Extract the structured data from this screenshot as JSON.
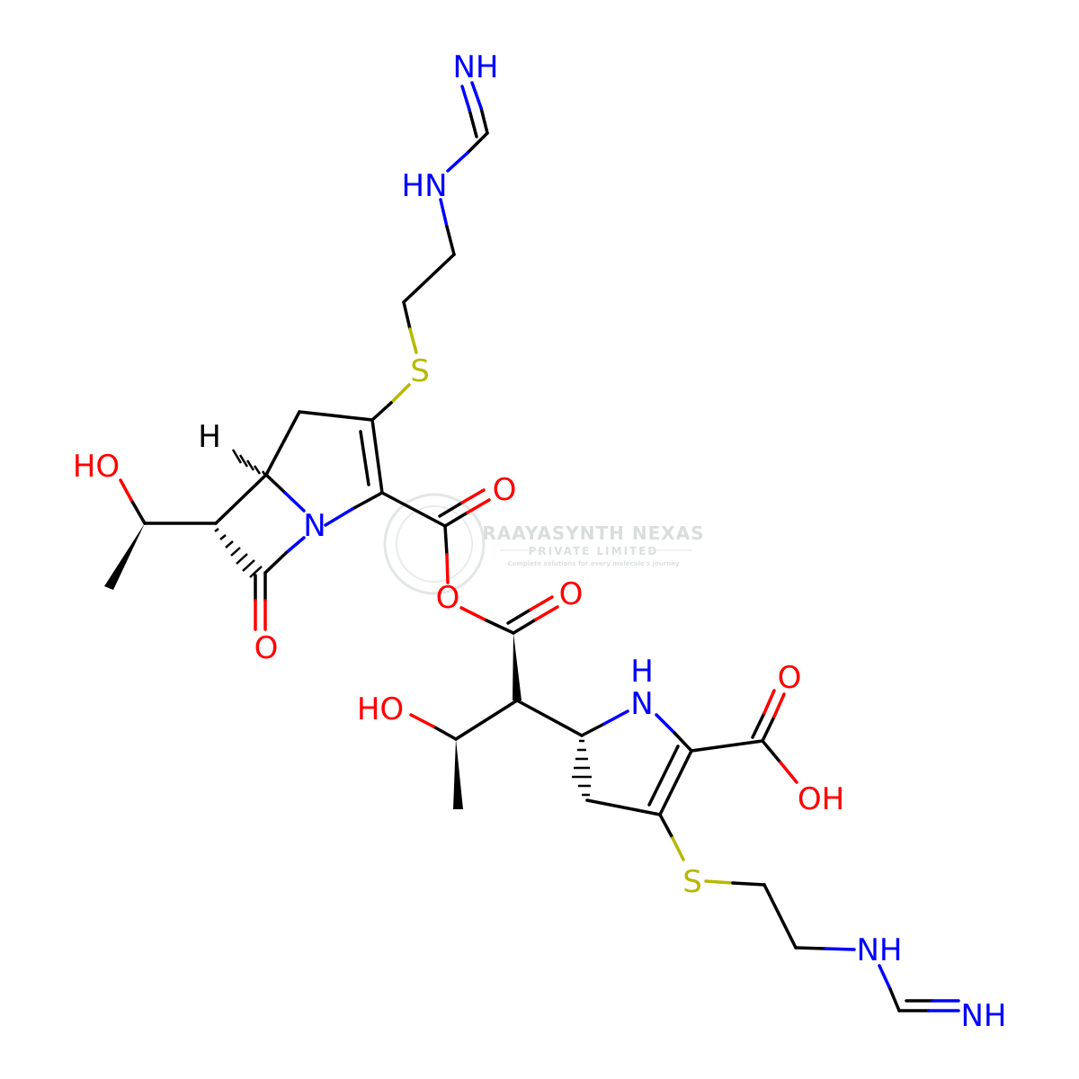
{
  "watermark": {
    "name": "RAAYASYNTH NEXAS",
    "subtitle": "PRIVATE LIMITED",
    "tagline": "Complete solutions for every molecule's journey"
  },
  "colors": {
    "bond": "#000000",
    "nitrogen": "#0000ff",
    "oxygen": "#ff0000",
    "sulfur": "#b8b800",
    "watermark": "#d2d8d6"
  },
  "atom_labels": {
    "nh_imine_top": "NH",
    "hn_amine_top": "HN",
    "s_top": "S",
    "h_bridgehead": "H",
    "ho_left": "HO",
    "n_ring": "N",
    "o_lactam": "O",
    "o_ester_carbonyl_upper": "O",
    "o_ester_link": "O",
    "o_ester_carbonyl_lower": "O",
    "ho_middle": "HO",
    "n_pyrroline": "N",
    "h_pyrroline": "H",
    "o_acid_carbonyl": "O",
    "oh_acid": "OH",
    "s_bottom": "S",
    "nh_amine_bottom": "NH",
    "nh_imine_bottom": "NH"
  }
}
